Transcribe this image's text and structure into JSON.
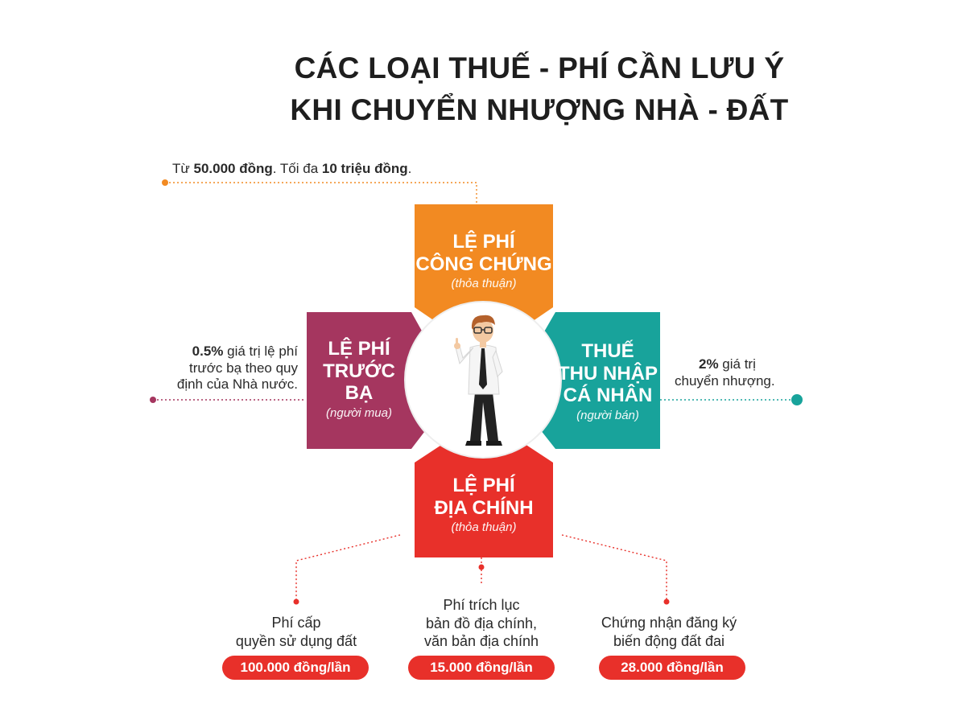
{
  "title": {
    "line1": "CÁC LOẠI THUẾ - PHÍ CẦN LƯU Ý",
    "line2": "KHI CHUYỂN NHƯỢNG NHÀ - ĐẤT"
  },
  "top_note": {
    "prefix": "Từ ",
    "amount_from": "50.000 đồng",
    "middle": ". Tối đa ",
    "amount_max": "10 triệu đồng",
    "suffix": "."
  },
  "left_note": {
    "percent": "0.5%",
    "line1_rest": " giá trị lệ phí",
    "line2": "trước bạ theo quy",
    "line3": "định của Nhà nước."
  },
  "right_note": {
    "percent": "2%",
    "line1_rest": " giá trị",
    "line2": "chuyển nhượng."
  },
  "blocks": {
    "top": {
      "line1": "LỆ PHÍ",
      "line2": "CÔNG CHỨNG",
      "sub": "(thỏa thuận)",
      "color": "#f28a22"
    },
    "left": {
      "line1": "LỆ PHÍ",
      "line2": "TRƯỚC",
      "line3": "BẠ",
      "sub": "(người mua)",
      "color": "#a5365f"
    },
    "right": {
      "line1": "THUẾ",
      "line2": "THU NHẬP",
      "line3": "CÁ NHÂN",
      "sub": "(người bán)",
      "color": "#18a39b"
    },
    "bottom": {
      "line1": "LỆ PHÍ",
      "line2": "ĐỊA CHÍNH",
      "sub": "(thỏa thuận)",
      "color": "#e8302a"
    }
  },
  "fees": [
    {
      "line1": "Phí cấp",
      "line2": "quyền sử dụng đất",
      "price": "100.000 đồng/lần"
    },
    {
      "line1": "Phí trích lục",
      "line2": "bản đồ địa chính,",
      "line3": "văn bản địa chính",
      "price": "15.000 đồng/lần"
    },
    {
      "line1": "Chứng nhận đăng ký",
      "line2": "biến động đất đai",
      "price": "28.000 đồng/lần"
    }
  ],
  "illustration": "businessman-pointing-up",
  "colors": {
    "orange": "#f28a22",
    "maroon": "#a5365f",
    "teal": "#18a39b",
    "red": "#e8302a"
  }
}
